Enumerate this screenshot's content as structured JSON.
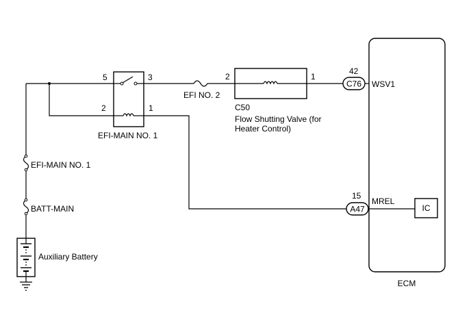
{
  "relay": {
    "name": "EFI-MAIN NO. 1",
    "pins": {
      "p5": "5",
      "p3": "3",
      "p2": "2",
      "p1": "1"
    }
  },
  "fuse_efi_no2": {
    "name": "EFI NO. 2"
  },
  "valve": {
    "connector_id": "C50",
    "name_line1": "Flow Shutting Valve (for",
    "name_line2": "Heater Control)",
    "pin_in": "2",
    "pin_out": "1"
  },
  "ecm": {
    "name": "ECM",
    "connector_top": {
      "pin": "42",
      "id": "C76",
      "signal": "WSV1"
    },
    "connector_bottom": {
      "pin": "15",
      "id": "A47",
      "signal": "MREL"
    },
    "ic_label": "IC"
  },
  "fuse_efi_main_no1": {
    "name": "EFI-MAIN NO. 1"
  },
  "fuse_batt_main": {
    "name": "BATT-MAIN"
  },
  "battery": {
    "name": "Auxiliary Battery"
  }
}
